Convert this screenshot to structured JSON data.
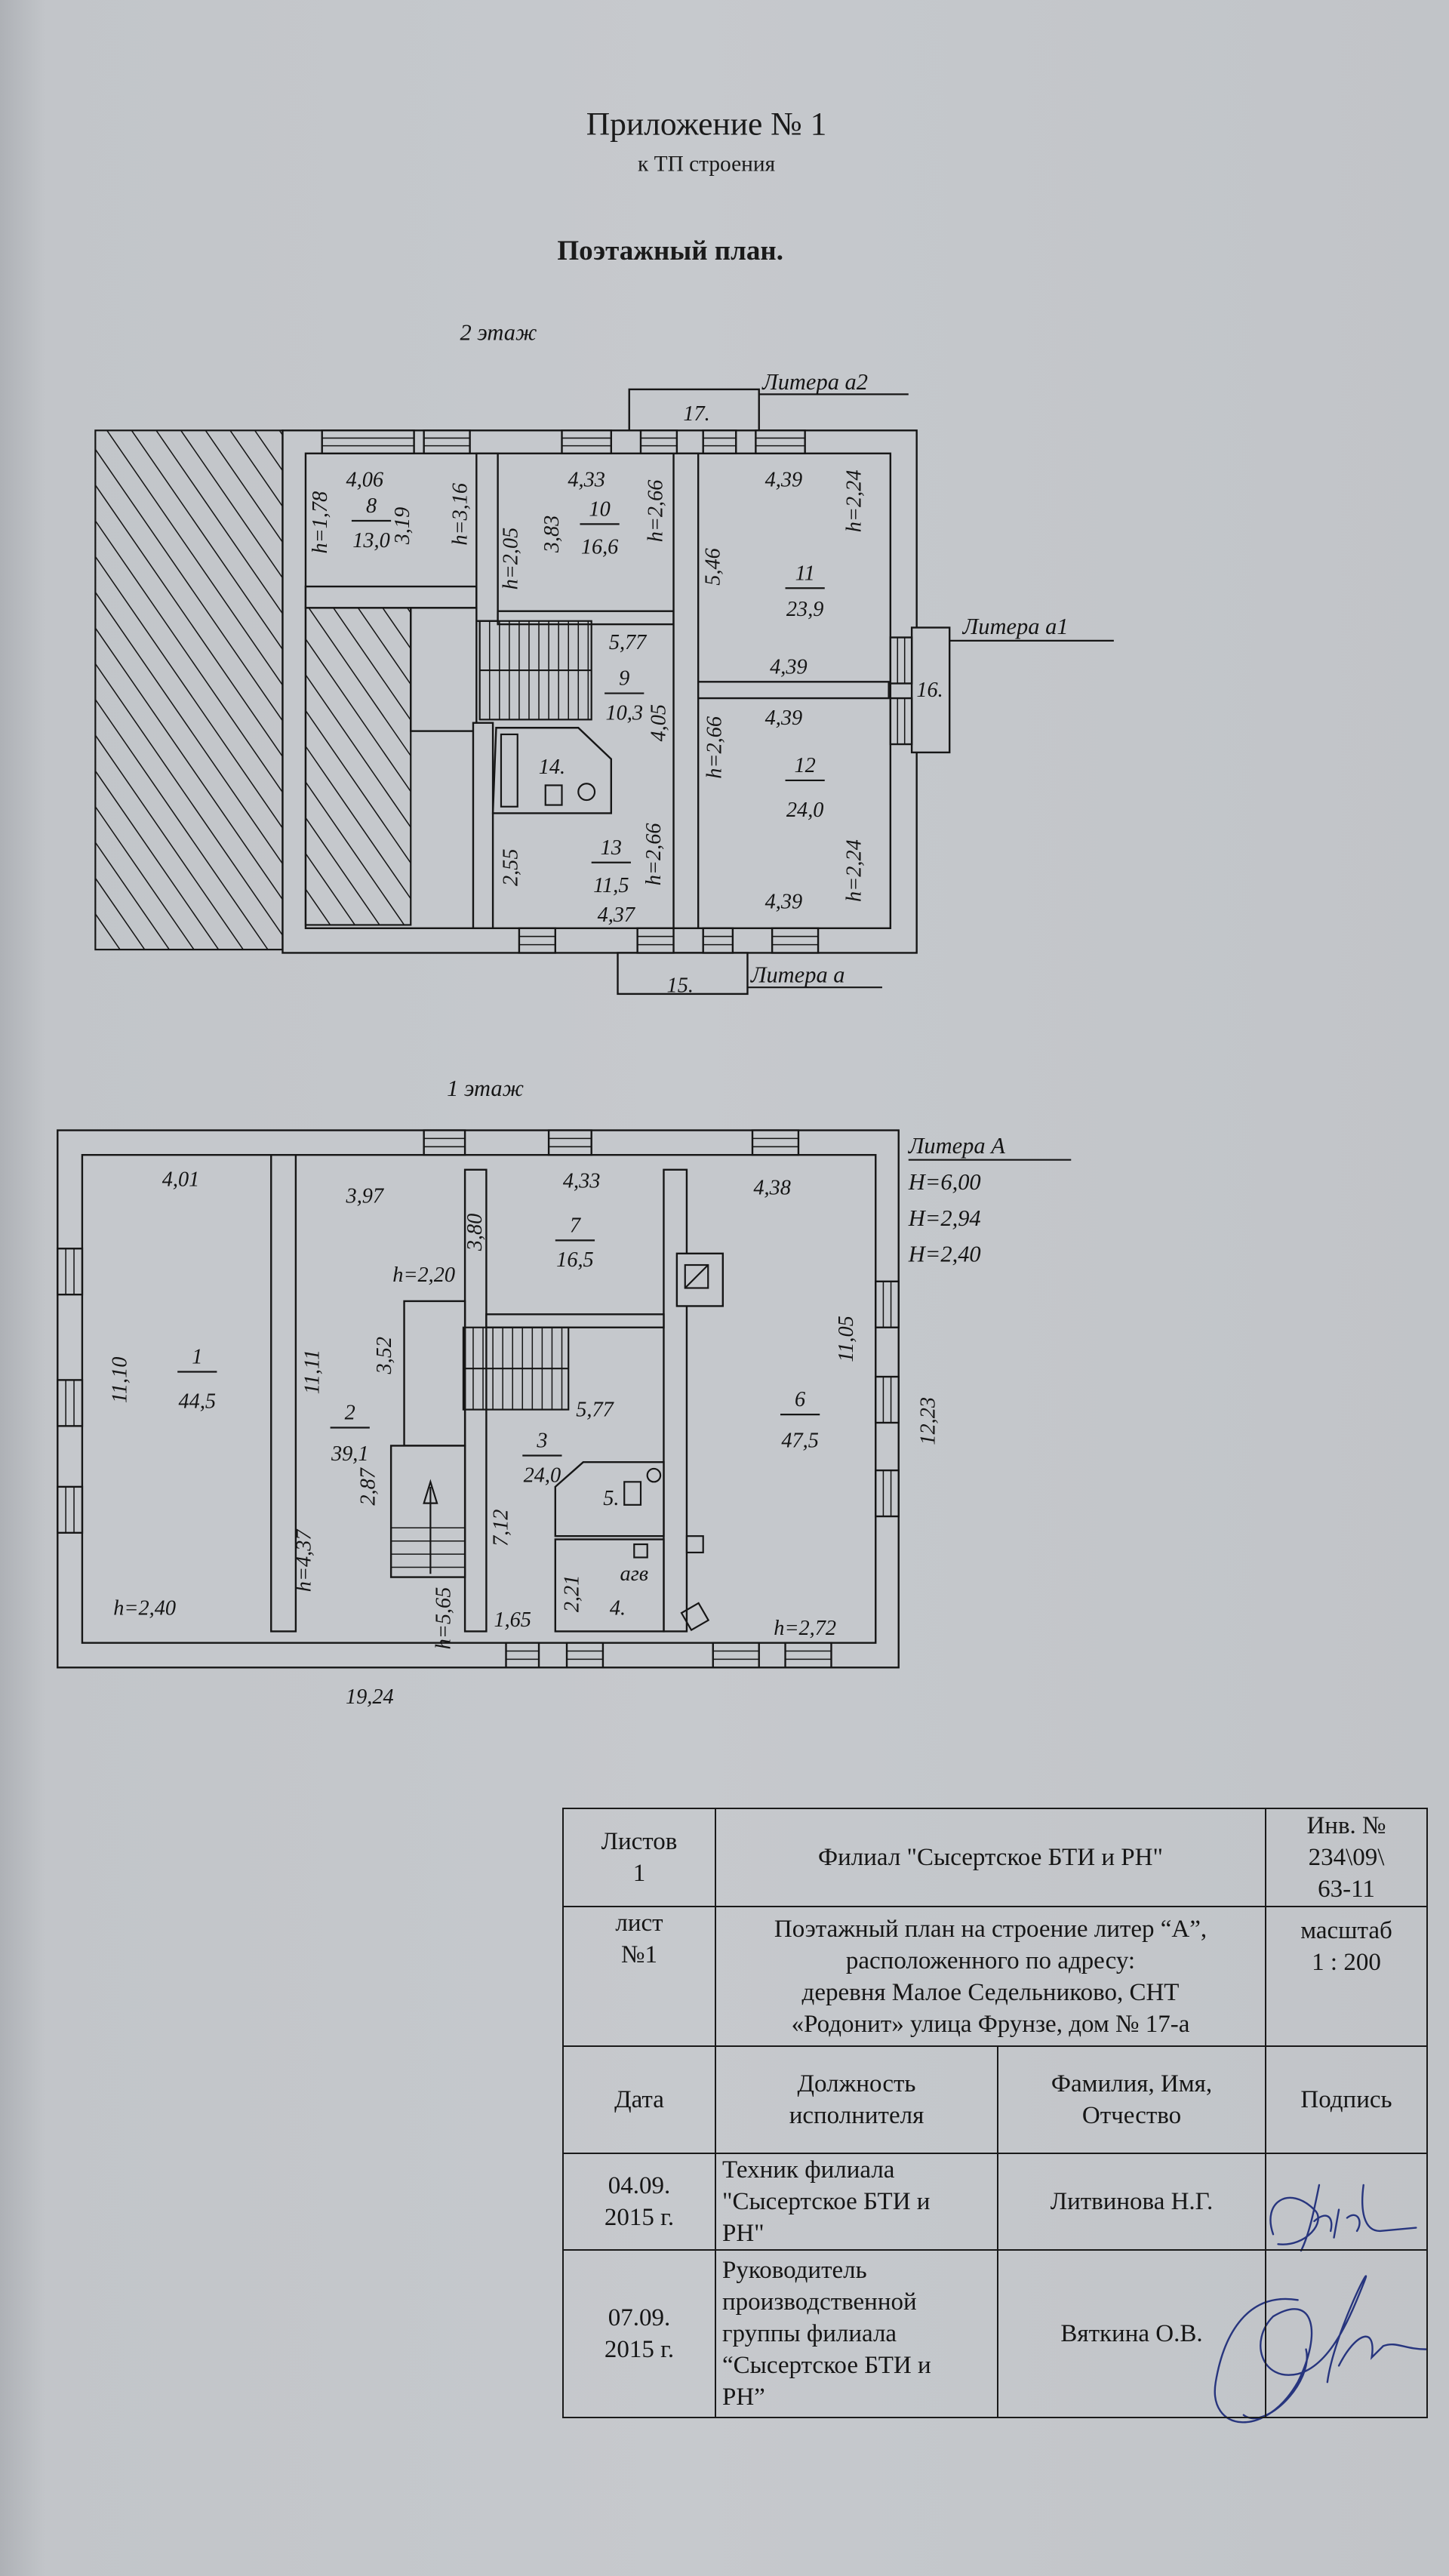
{
  "header": {
    "title": "Приложение № 1",
    "subtitle": "к ТП строения",
    "heading": "Поэтажный план."
  },
  "floor2": {
    "label": "2 этаж",
    "litera": {
      "a2": "Литера а2",
      "a1": "Литера а1",
      "a": "Литера а"
    },
    "rooms": [
      {
        "num": "8",
        "area": "13,0"
      },
      {
        "num": "10",
        "area": "16,6"
      },
      {
        "num": "11",
        "area": "23,9"
      },
      {
        "num": "9",
        "area": "10,3"
      },
      {
        "num": "12",
        "area": "24,0"
      },
      {
        "num": "13",
        "area": "11,5"
      }
    ],
    "unnumbered": [
      "14.",
      "15.",
      "16.",
      "17."
    ],
    "dims": [
      "4,06",
      "3,19",
      "h=3,16",
      "h=1,78",
      "4,33",
      "3,83",
      "h=2,05",
      "h=2,66",
      "4,39",
      "5,46",
      "h=2,24",
      "4,39",
      "5,77",
      "4,05",
      "4,39",
      "h=2,66",
      "4,39",
      "h=2,24",
      "2,55",
      "h=2,66",
      "4,37"
    ]
  },
  "floor1": {
    "label": "1 этаж",
    "litera": "Литера А",
    "heights": [
      "H=6,00",
      "H=2,94",
      "H=2,40"
    ],
    "rooms": [
      {
        "num": "1",
        "area": "44,5"
      },
      {
        "num": "2",
        "area": "39,1"
      },
      {
        "num": "7",
        "area": "16,5"
      },
      {
        "num": "3",
        "area": "24,0"
      },
      {
        "num": "6",
        "area": "47,5"
      }
    ],
    "small_rooms": [
      "5.",
      "4."
    ],
    "agv": "агв",
    "dims": [
      "4,01",
      "11,10",
      "h=2,40",
      "3,97",
      "h=2,20",
      "11,11",
      "3,52",
      "2,87",
      "h=4,37",
      "h=5,65",
      "4,33",
      "3,80",
      "5,77",
      "7,12",
      "1,65",
      "2,21",
      "4,38",
      "11,05",
      "h=2,72",
      "12,23",
      "19,24"
    ]
  },
  "stamp": {
    "sheets": [
      "Листов",
      "1"
    ],
    "org": "Филиал \"Сысертское БТИ и РН\"",
    "inv": [
      "Инв. №",
      "234\\09\\",
      "63-11"
    ],
    "sheet_no": [
      "лист",
      "№1"
    ],
    "description": [
      "Поэтажный план на строение литер “А”,",
      "расположенного по адресу:",
      "деревня Малое Седельниково,  СНТ",
      "«Родонит» улица Фрунзе, дом № 17-а"
    ],
    "scale": [
      "масштаб",
      "1 : 200"
    ],
    "columns": {
      "date": "Дата",
      "position": [
        "Должность",
        "исполнителя"
      ],
      "name": [
        "Фамилия, Имя,",
        "Отчество"
      ],
      "signature": "Подпись"
    },
    "rows": [
      {
        "date": [
          "04.09.",
          "2015 г."
        ],
        "position": [
          "Техник филиала",
          "\"Сысертское БТИ и",
          "РН\""
        ],
        "name": "Литвинова Н.Г."
      },
      {
        "date": [
          "07.09.",
          "2015 г."
        ],
        "position": [
          "Руководитель",
          "производственной",
          "группы  филиала",
          "“Сысертское БТИ и",
          "РН”"
        ],
        "name": "Вяткина О.В."
      }
    ]
  },
  "colors": {
    "paper": "#c5c8cc",
    "ink": "#161616",
    "signature": "#27357e"
  }
}
